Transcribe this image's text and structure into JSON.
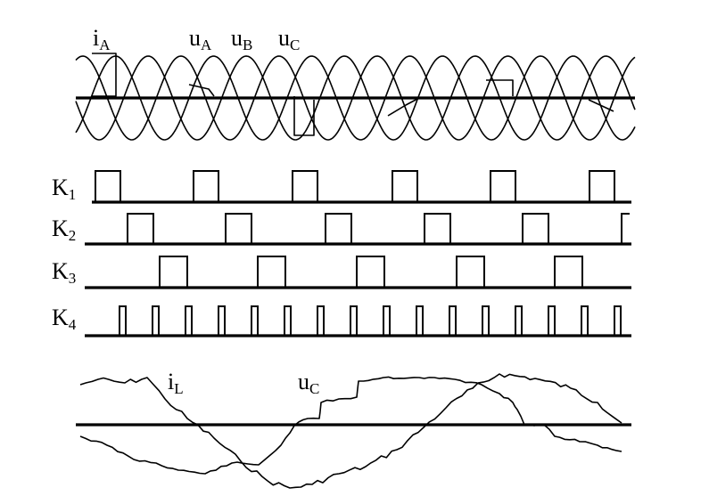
{
  "top_labels": {
    "iA": {
      "main": "i",
      "sub": "A"
    },
    "uA": {
      "main": "u",
      "sub": "A"
    },
    "uB": {
      "main": "u",
      "sub": "B"
    },
    "uC": {
      "main": "u",
      "sub": "C"
    }
  },
  "switch_labels": {
    "K1": {
      "main": "K",
      "sub": "1"
    },
    "K2": {
      "main": "K",
      "sub": "2"
    },
    "K3": {
      "main": "K",
      "sub": "3"
    },
    "K4": {
      "main": "K",
      "sub": "4"
    }
  },
  "bottom_labels": {
    "iL": {
      "main": "i",
      "sub": "L"
    },
    "uC": {
      "main": "u",
      "sub": "C"
    }
  },
  "colors": {
    "ink": "#000000",
    "background": "#ffffff"
  }
}
